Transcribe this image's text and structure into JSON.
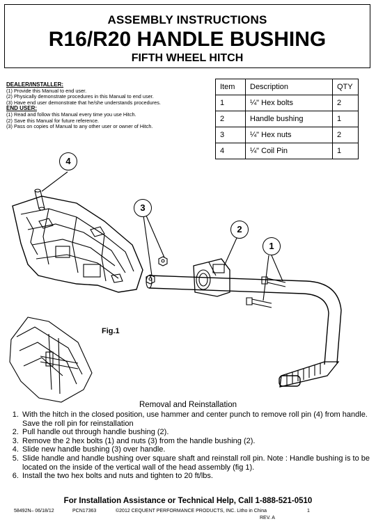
{
  "header": {
    "line1": "ASSEMBLY INSTRUCTIONS",
    "line2": "R16/R20 HANDLE BUSHING",
    "line3": "FIFTH WHEEL HITCH"
  },
  "dealer": {
    "title": "DEALER/INSTALLER:",
    "items": [
      "(1) Provide this Manual to end user.",
      "(2) Physically demonstrate procedures in this Manual to end user.",
      "(3) Have end user demonstrate that he/she understands procedures."
    ]
  },
  "end_user": {
    "title": "END USER:",
    "items": [
      "(1) Read and follow this Manual every time you use Hitch.",
      "(2) Save this Manual for future reference.",
      "(3) Pass on copies of Manual to any other user or owner of  Hitch."
    ]
  },
  "parts_table": {
    "headers": [
      "Item",
      "Description",
      "QTY"
    ],
    "rows": [
      [
        "1",
        "¼\" Hex bolts",
        "2"
      ],
      [
        "2",
        "Handle bushing",
        "1"
      ],
      [
        "3",
        "¼\" Hex nuts",
        "2"
      ],
      [
        "4",
        "¼\" Coil Pin",
        "1"
      ]
    ]
  },
  "callouts": [
    "4",
    "3",
    "2",
    "1"
  ],
  "fig_label": "Fig.1",
  "removal_title": "Removal and Reinstallation",
  "steps": [
    "With the hitch in the closed position, use hammer and center punch to remove roll pin (4) from handle.  Save the roll pin for reinstallation",
    "Pull handle out through handle bushing (2).",
    "Remove the 2 hex bolts (1) and nuts (3) from the handle bushing (2).",
    "Slide new handle bushing (3) over handle.",
    "Slide handle and handle bushing over square shaft and reinstall roll pin.  Note : Handle bushing is to be located on the inside of the vertical wall of the head assembly (fig 1).",
    "Install the two hex bolts and nuts and tighten to 20 ft/lbs."
  ],
  "help_line": "For Installation Assistance or Technical Help, Call 1-888-521-0510",
  "footer": {
    "doc_number": "58492N– 06/18/12",
    "pcn": "PCN17363",
    "copyright": "©2012 CEQUENT PERFORMANCE PRODUCTS, INC. Litho in China",
    "page": "1",
    "rev": "REV. A"
  }
}
